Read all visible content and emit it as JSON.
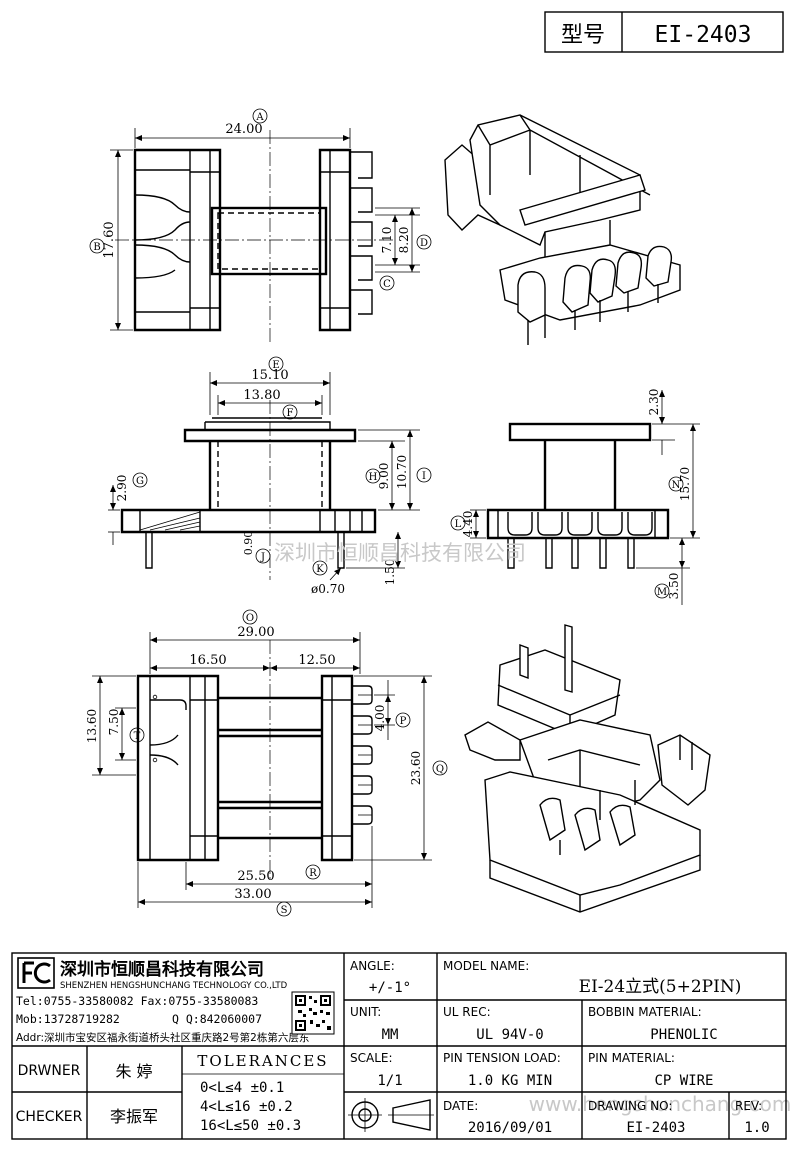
{
  "header": {
    "model_label": "型号",
    "model_value": "EI-2403"
  },
  "dimensions": {
    "d1": "24.00",
    "d2": "17.60",
    "d3": "7.10",
    "d4": "8.20",
    "d5": "15.10",
    "d6": "13.80",
    "d7": "9.00",
    "d8": "10.70",
    "d9": "2.90",
    "d10": "0.90",
    "d11": "1.50",
    "d12": "ø0.70",
    "d13": "2.30",
    "d14": "15.70",
    "d15": "4.40",
    "d16": "3.50",
    "d17": "29.00",
    "d18": "16.50",
    "d19": "12.50",
    "d20": "13.60",
    "d21": "7.50",
    "d22": "4.00",
    "d23": "23.60",
    "d24": "25.50",
    "d25": "33.00"
  },
  "callouts": [
    "A",
    "B",
    "C",
    "D",
    "E",
    "F",
    "G",
    "H",
    "I",
    "J",
    "K",
    "L",
    "M",
    "N",
    "O",
    "P",
    "Q",
    "R",
    "S",
    "T"
  ],
  "watermark": "深圳市恒顺昌科技有限公司",
  "watermark2": "www.hengshunchang.com",
  "title_block": {
    "company_cn": "深圳市恒顺昌科技有限公司",
    "company_en": "SHENZHEN HENGSHUNCHANG TECHNOLOGY CO.,LTD",
    "tel": "Tel:0755-33580082 Fax:0755-33580083",
    "mob": "Mob:13728719282",
    "qq": "Q Q:842060007",
    "addr": "Addr:深圳市宝安区福永街道桥头社区重庆路2号第2栋第六层东",
    "drawer_label": "DRWNER",
    "drawer_name": "朱 婷",
    "checker_label": "CHECKER",
    "checker_name": "李振军",
    "tolerances_label": "TOLERANCES",
    "tol1": "0<L≤4    ±0.1",
    "tol2": "4<L≤16   ±0.2",
    "tol3": "16<L≤50  ±0.3",
    "angle_label": "ANGLE:",
    "angle_value": "+/-1°",
    "unit_label": "UNIT:",
    "unit_value": "MM",
    "scale_label": "SCALE:",
    "scale_value": "1/1",
    "model_name_label": "MODEL NAME:",
    "model_name_value": "EI-24立式(5+2PIN)",
    "ul_label": "UL REC:",
    "ul_value": "UL 94V-0",
    "bobbin_label": "BOBBIN MATERIAL:",
    "bobbin_value": "PHENOLIC",
    "pin_tension_label": "PIN TENSION LOAD:",
    "pin_tension_value": "1.0 KG MIN",
    "pin_material_label": "PIN MATERIAL:",
    "pin_material_value": "CP WIRE",
    "date_label": "DATE:",
    "date_value": "2016/09/01",
    "drawing_no_label": "DRAWING NO:",
    "drawing_no_value": "EI-2403",
    "rev_label": "REV:",
    "rev_value": "1.0"
  }
}
